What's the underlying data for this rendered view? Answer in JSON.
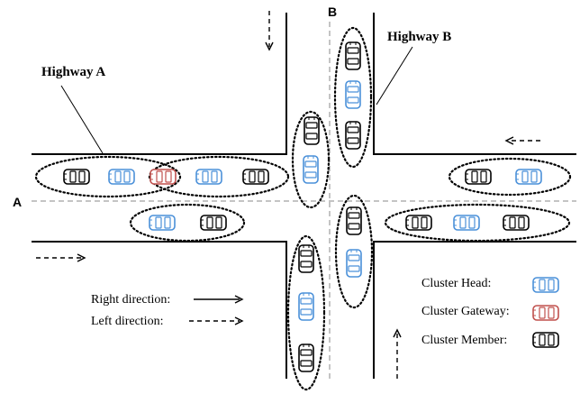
{
  "labels": {
    "road_a": "A",
    "road_b": "B",
    "highway_a": "Highway A",
    "highway_b": "Highway B"
  },
  "legend": {
    "right_direction": "Right direction:",
    "left_direction": "Left direction:",
    "cluster_head": "Cluster Head:",
    "cluster_gateway": "Cluster Gateway:",
    "cluster_member": "Cluster Member:"
  },
  "colors": {
    "head": "#4a90d9",
    "gateway": "#c0504d",
    "member": "#000000"
  },
  "vehicle_types": {
    "head": "car-head",
    "gateway": "car-gateway",
    "member": "car-member"
  }
}
